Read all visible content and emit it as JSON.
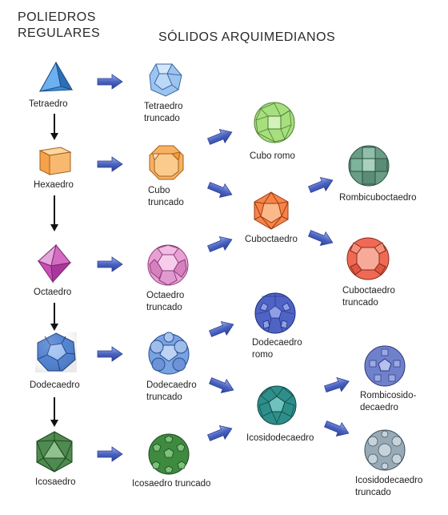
{
  "headers": {
    "regular_line1": "POLIEDROS",
    "regular_line2": "REGULARES",
    "archimedean": "SÓLIDOS ARQUIMEDIANOS"
  },
  "labels": {
    "tetraedro": "Tetraedro",
    "hexaedro": "Hexaedro",
    "octaedro": "Octaedro",
    "dodecaedro": "Dodecaedro",
    "icosaedro": "Icosaedro",
    "tetraedro_truncado_1": "Tetraedro",
    "tetraedro_truncado_2": "truncado",
    "cubo_truncado_1": "Cubo",
    "cubo_truncado_2": "truncado",
    "octaedro_truncado_1": "Octaedro",
    "octaedro_truncado_2": "truncado",
    "dodecaedro_truncado_1": "Dodecaedro",
    "dodecaedro_truncado_2": "truncado",
    "icosaedro_truncado": "Icosaedro truncado",
    "cubo_romo": "Cubo romo",
    "cuboctaedro": "Cuboctaedro",
    "dodecaedro_romo_1": "Dodecaedro",
    "dodecaedro_romo_2": "romo",
    "icosidodecaedro": "Icosidodecaedro",
    "rombicuboctaedro": "Rombicuboctaedro",
    "cuboctaedro_truncado_1": "Cuboctaedro",
    "cuboctaedro_truncado_2": "truncado",
    "rombicosidodecaedro_1": "Rombicosido-",
    "rombicosidodecaedro_2": "decaedro",
    "icosidodecaedro_truncado_1": "Icosidodecaedro",
    "icosidodecaedro_truncado_2": "truncado"
  },
  "icons": {
    "tetrahedron": "tetrahedron-icon",
    "cube": "cube-icon",
    "octahedron": "octahedron-icon",
    "dodecahedron": "dodecahedron-icon",
    "icosahedron": "icosahedron-icon"
  },
  "colors": {
    "tetraedro": "#3d8ed8",
    "hexaedro": "#f5a24a",
    "octaedro": "#c84fb6",
    "dodecaedro": "#4e7fcf",
    "icosaedro": "#4f8a50",
    "tetraedro_truncado": "#9dc4ef",
    "cubo_truncado": "#f8b163",
    "octaedro_truncado": "#e9a0d3",
    "dodecaedro_truncado": "#79a2e2",
    "icosaedro_truncado": "#3e8a3f",
    "cubo_romo": "#a6df7e",
    "cuboctaedro": "#f7844a",
    "dodecaedro_romo": "#4e63c4",
    "icosidodecaedro": "#2e8e8a",
    "rombicuboctaedro": "#6a9c86",
    "cuboctaedro_truncado": "#ef6a55",
    "rombicosidodecaedro": "#7081cc",
    "icosidodecaedro_truncado": "#98aab6",
    "arrow_blue": "#3f59b8",
    "arrow_black": "#111111"
  }
}
